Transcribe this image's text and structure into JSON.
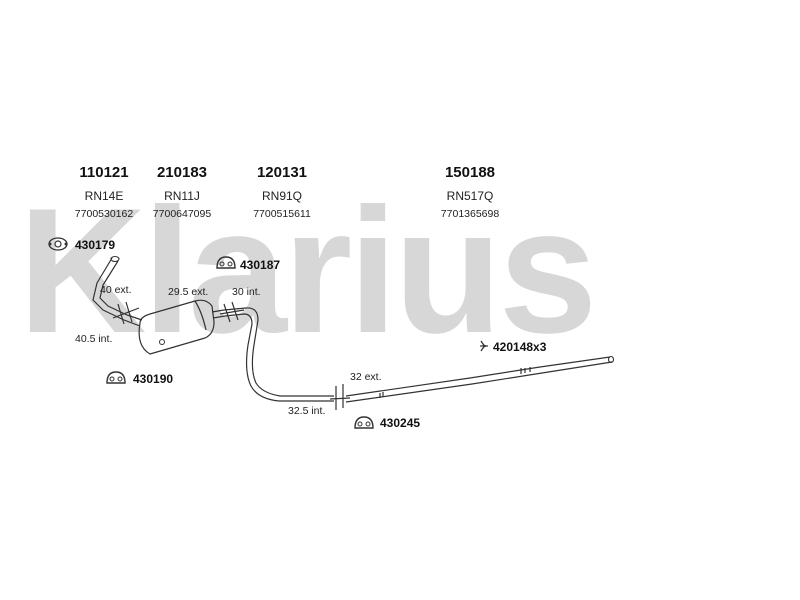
{
  "watermark": "Klarius",
  "parts": [
    {
      "number": "110121",
      "code": "RN14E",
      "oem": "7700530162"
    },
    {
      "number": "210183",
      "code": "RN11J",
      "oem": "7700647095"
    },
    {
      "number": "120131",
      "code": "RN91Q",
      "oem": "7700515611"
    },
    {
      "number": "150188",
      "code": "RN517Q",
      "oem": "7701365698"
    }
  ],
  "accessories": {
    "a1": "430179",
    "a2": "430187",
    "a3": "430190",
    "a4": "420148x3",
    "a5": "430245"
  },
  "dimensions": {
    "d1": "40 ext.",
    "d2": "40.5 int.",
    "d3": "29.5 ext.",
    "d4": "30 int.",
    "d5": "32 ext.",
    "d6": "32.5 int."
  },
  "colors": {
    "line": "#333333",
    "watermark": "#d7d7d7",
    "text": "#111111"
  }
}
